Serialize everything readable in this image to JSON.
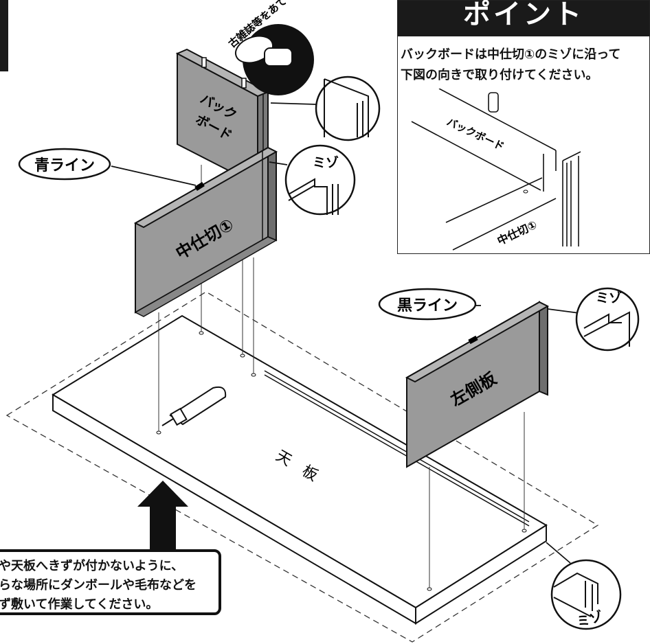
{
  "point_box": {
    "title": "ポイント",
    "line1": "バックボードは中仕切①のミゾに沿って",
    "line2": "下図の向きで取り付けてください。",
    "detail_back_label": "バックボード",
    "detail_partition_label": "中仕切①"
  },
  "labels": {
    "back_board_line1": "バック",
    "back_board_line2": "ボード",
    "blue_line": "青ライン",
    "black_line": "黒ライン",
    "partition": "中仕切①",
    "left_side_panel": "左側板",
    "top_board_char1": "天",
    "top_board_char2": "板",
    "groove_1": "ミゾ",
    "groove_2": "ミゾ",
    "groove_3": "ミゾ",
    "hammer_note": "古雑誌等をあてて!"
  },
  "notice": {
    "line1": "や天板へきずが付かないように、",
    "line2": "らな場所にダンボールや毛布などを",
    "line3": "ず敷いて作業してください。"
  },
  "colors": {
    "panel_gray": "#9a9a9a",
    "panel_dark": "#6e6e6e",
    "line": "#1a1a1a"
  }
}
